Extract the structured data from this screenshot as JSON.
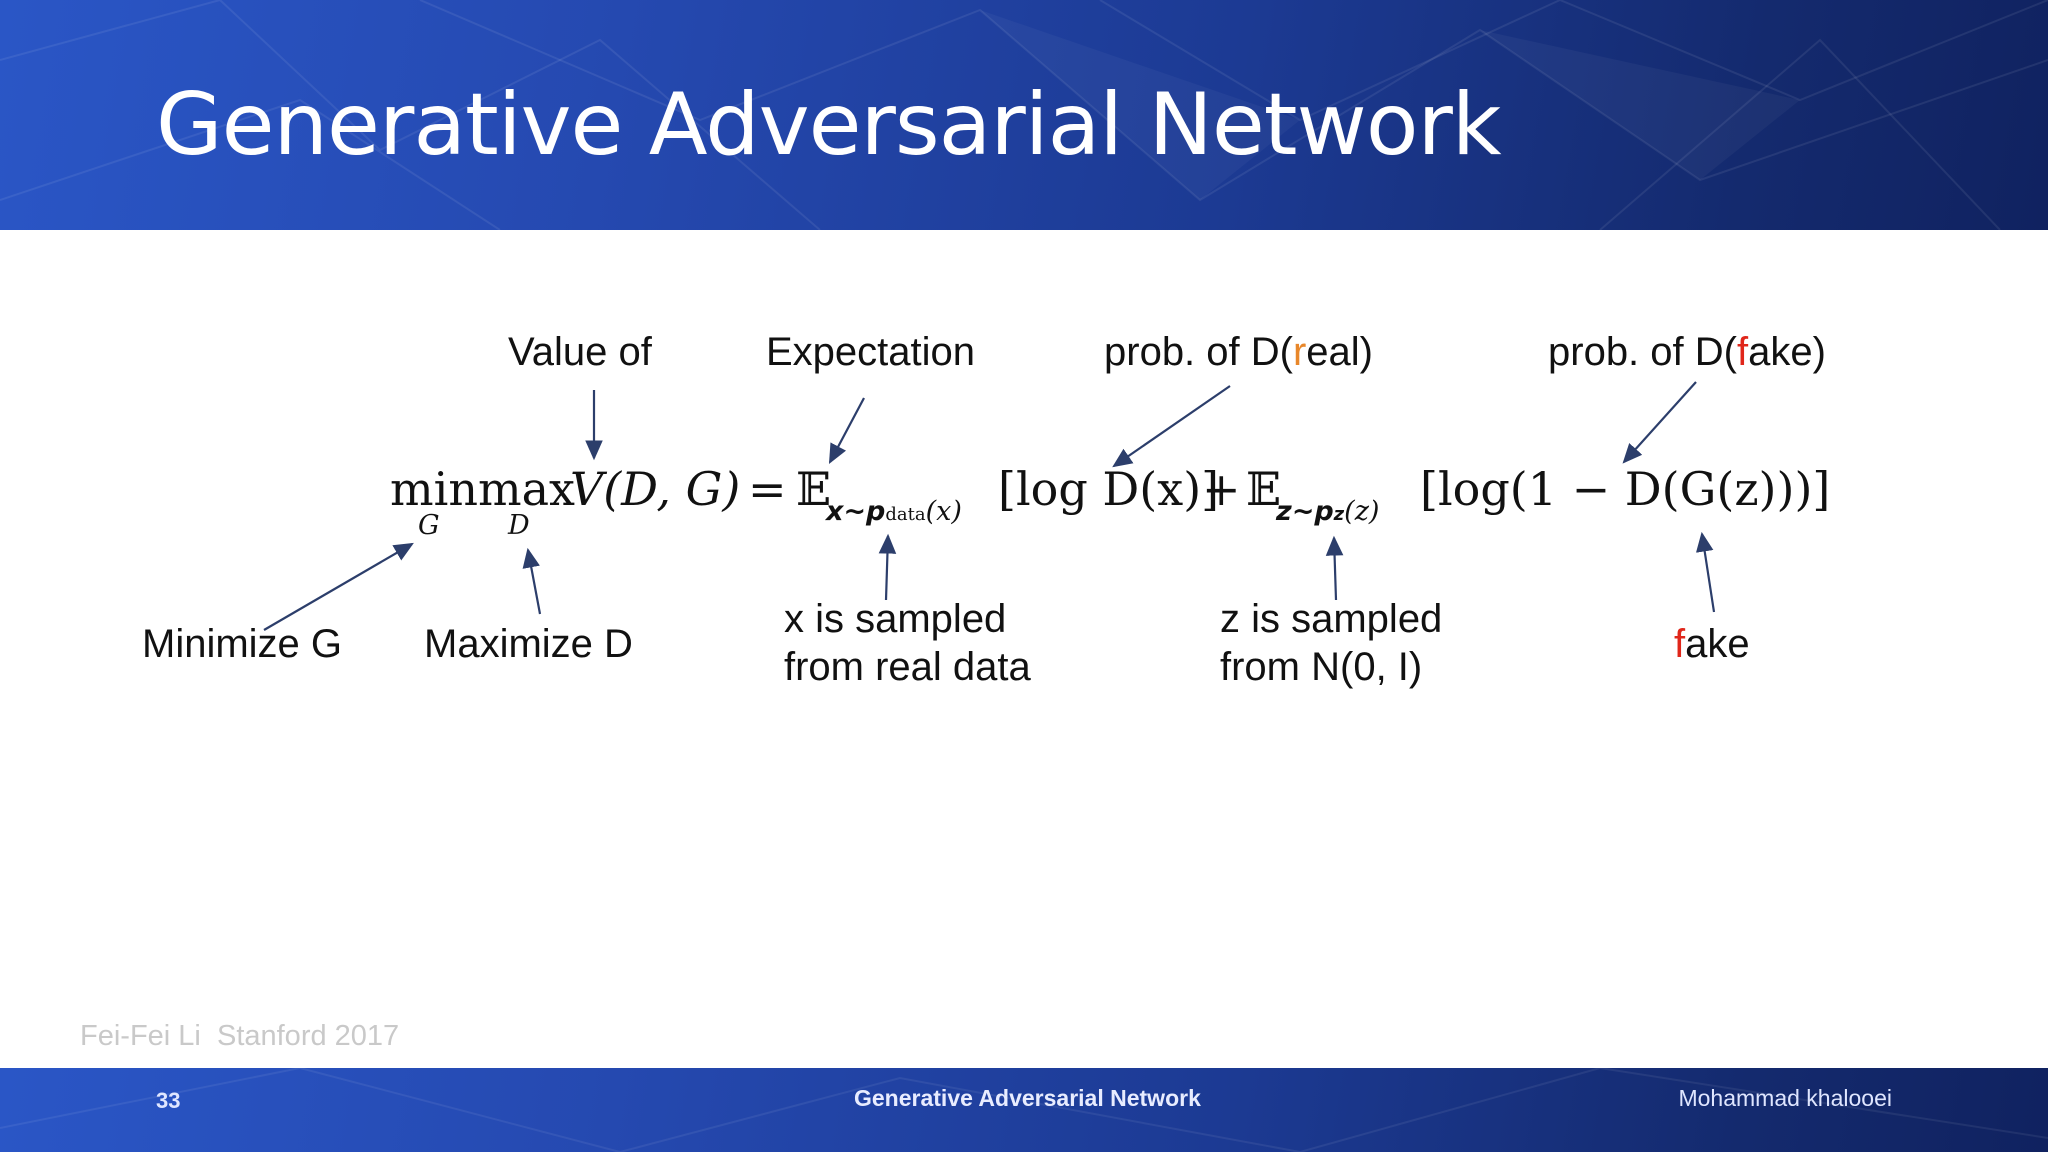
{
  "slide": {
    "title": "Generative Adversarial Network",
    "credit": "Fei-Fei Li  Stanford 2017",
    "footer": {
      "slide_number": "33",
      "title": "Generative Adversarial Network",
      "author": "Mohammad khalooei"
    }
  },
  "annotations": {
    "value_of": "Value of",
    "expectation": "Expectation",
    "prob_real_prefix": "prob. of D(",
    "prob_real_highlight": "r",
    "prob_real_suffix": "eal)",
    "prob_fake_prefix": "prob. of D(",
    "prob_fake_highlight": "f",
    "prob_fake_suffix": "ake)",
    "minimize": "Minimize G",
    "maximize": "Maximize D",
    "x_sampled_line1": "x is sampled",
    "x_sampled_line2": "from real data",
    "z_sampled_line1": "z is sampled",
    "z_sampled_line2": "from N(0, I)",
    "fake_highlight": "f",
    "fake_rest": "ake"
  },
  "formula": {
    "min": "min",
    "max": "max",
    "min_sub": "G",
    "max_sub": "D",
    "value": "V(D, G)",
    "equals": "=",
    "E1": "𝔼",
    "E1_sub": "x∼p",
    "E1_sub_data": "data",
    "E1_sub_tail": "(x)",
    "term1": "[log D(x)]",
    "plus": "+",
    "E2": "𝔼",
    "E2_sub": "z∼p",
    "E2_sub_z": "z",
    "E2_sub_tail": "(z)",
    "term2": "[log(1 − D(G(z)))]"
  },
  "colors": {
    "header_bg": "#2549b0",
    "highlight_real": "#e8872a",
    "highlight_fake": "#e0261a",
    "arrow": "#2c3e6b"
  }
}
